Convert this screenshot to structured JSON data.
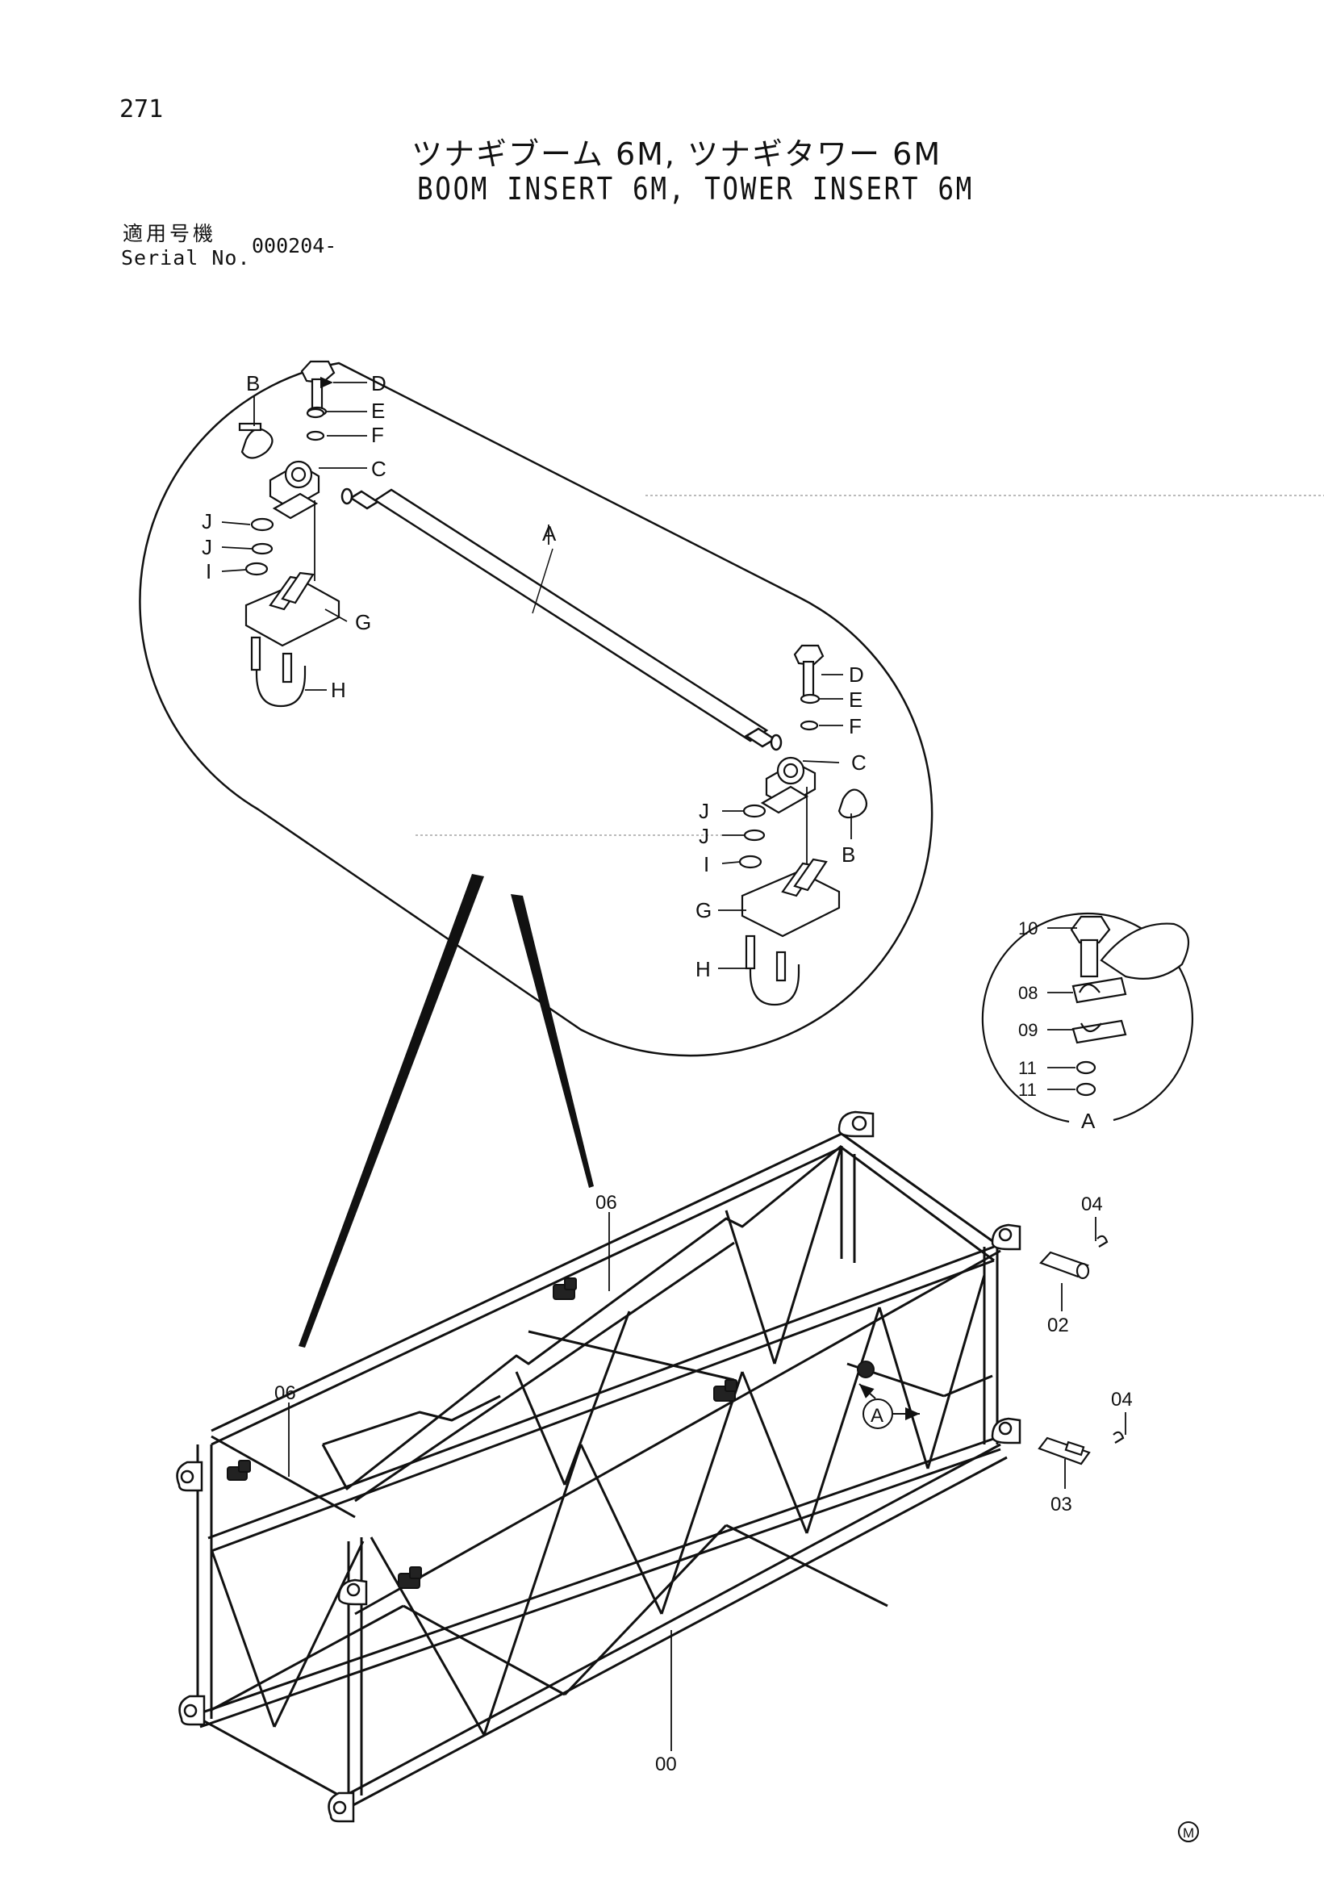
{
  "header": {
    "page_number": "271",
    "title_jp": "ツナギブーム 6M, ツナギタワー 6M",
    "title_en": "BOOM INSERT 6M, TOWER INSERT 6M",
    "serial_label_jp": "適用号機",
    "serial_label_en": "Serial No.",
    "serial_value": "000204-"
  },
  "callouts": {
    "detail": {
      "A": "A",
      "B": "B",
      "C": "C",
      "D": "D",
      "E": "E",
      "F": "F",
      "G": "G",
      "H": "H",
      "I": "I",
      "J": "J"
    },
    "parts": {
      "p00": "00",
      "p02": "02",
      "p03": "03",
      "p04": "04",
      "p06": "06",
      "p08": "08",
      "p09": "09",
      "p10": "10",
      "p11": "11"
    },
    "view_A": "A"
  },
  "footer": {
    "mark": "M"
  }
}
